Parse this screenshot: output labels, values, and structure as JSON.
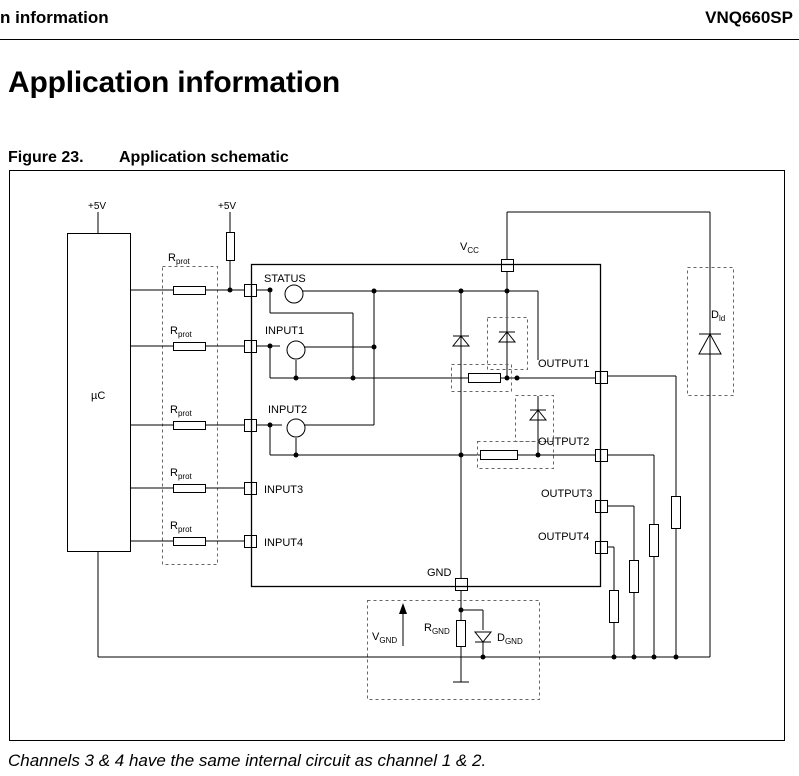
{
  "header": {
    "section": "n information",
    "part_number": "VNQ660SP"
  },
  "title": "Application information",
  "figure": {
    "number": "Figure 23.",
    "caption": "Application schematic"
  },
  "schematic": {
    "supply_1": "+5V",
    "supply_2": "+5V",
    "microcontroller": "µC",
    "rprot": "R",
    "rprot_sub": "prot",
    "vcc": "V",
    "vcc_sub": "CC",
    "gnd": "GND",
    "pins_left": [
      "STATUS",
      "INPUT1",
      "INPUT2",
      "INPUT3",
      "INPUT4"
    ],
    "pins_right": [
      "OUTPUT1",
      "OUTPUT2",
      "OUTPUT3",
      "OUTPUT4"
    ],
    "dld": "D",
    "dld_sub": "ld",
    "rgnd": "R",
    "rgnd_sub": "GND",
    "dgnd": "D",
    "dgnd_sub": "GND",
    "vgnd": "V",
    "vgnd_sub": "GND"
  },
  "note": "Channels 3 & 4 have the same internal circuit as channel 1 & 2."
}
